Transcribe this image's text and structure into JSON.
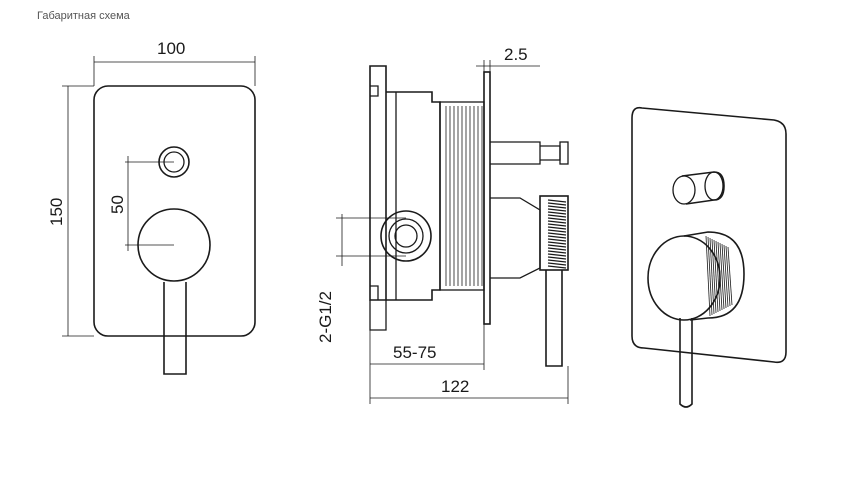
{
  "caption": "Габаритная схема",
  "dimensions": {
    "width_100": "100",
    "height_150": "150",
    "offset_50": "50",
    "plate_2_5": "2.5",
    "thread": "2-G1/2",
    "depth_55_75": "55-75",
    "total_122": "122"
  },
  "colors": {
    "line": "#1a1a1a",
    "caption": "#555555",
    "background": "#ffffff"
  }
}
